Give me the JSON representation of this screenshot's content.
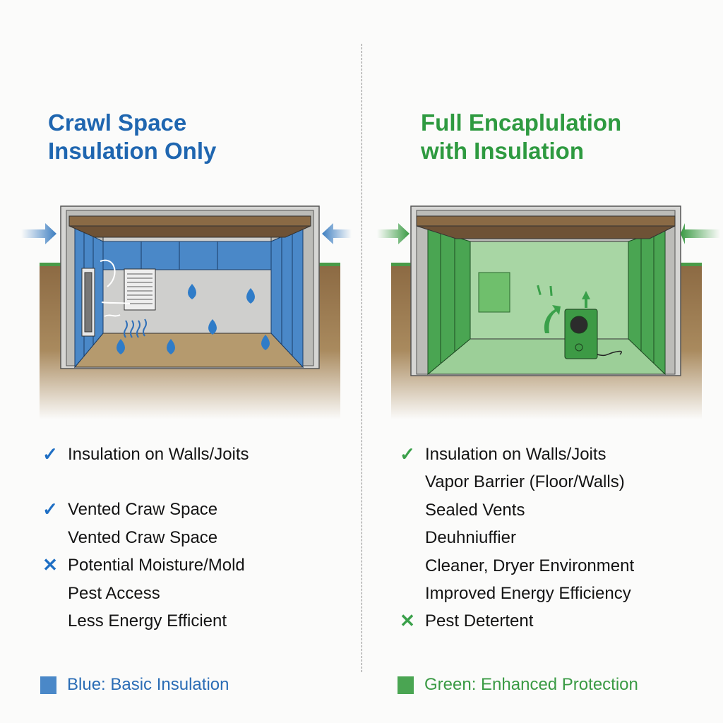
{
  "left_panel": {
    "title_lines": [
      "Crawl Space",
      "Insulation Only"
    ],
    "accent_color": "#1f66b0",
    "illustration": "crawl-space-vented-blue-insulation",
    "features": [
      {
        "mark": "check",
        "glyph": "✓",
        "label": "Insulation on Walls/Joits"
      },
      {
        "mark": "check",
        "glyph": "✓",
        "label": "Vented Craw Space"
      },
      {
        "mark": "none",
        "glyph": "",
        "label": "Vented Craw Space"
      },
      {
        "mark": "cross",
        "glyph": "✕",
        "label": "Potential Moisture/Mold"
      },
      {
        "mark": "none",
        "glyph": "",
        "label": "Pest Access"
      },
      {
        "mark": "none",
        "glyph": "",
        "label": "Less Energy Efficient"
      }
    ],
    "legend": {
      "label": "Blue: Basic Insulation",
      "color": "#4a88c8"
    }
  },
  "right_panel": {
    "title_lines": [
      "Full Encaplulation",
      "with Insulation"
    ],
    "accent_color": "#2e9a40",
    "illustration": "crawl-space-encapsulated-green-with-dehumidifier",
    "features": [
      {
        "mark": "check",
        "glyph": "✓",
        "label": "Insulation on Walls/Joits"
      },
      {
        "mark": "none",
        "glyph": "",
        "label": "Vapor Barrier (Floor/Walls)"
      },
      {
        "mark": "none",
        "glyph": "",
        "label": "Sealed Vents"
      },
      {
        "mark": "none",
        "glyph": "",
        "label": "Deuhniuffier"
      },
      {
        "mark": "none",
        "glyph": "",
        "label": "Cleaner, Dryer Environment"
      },
      {
        "mark": "none",
        "glyph": "",
        "label": "Improved Energy Efficiency"
      },
      {
        "mark": "cross",
        "glyph": "✕",
        "label": "Pest Detertent"
      }
    ],
    "legend": {
      "label": "Green: Enhanced Protection",
      "color": "#4aa552"
    }
  }
}
